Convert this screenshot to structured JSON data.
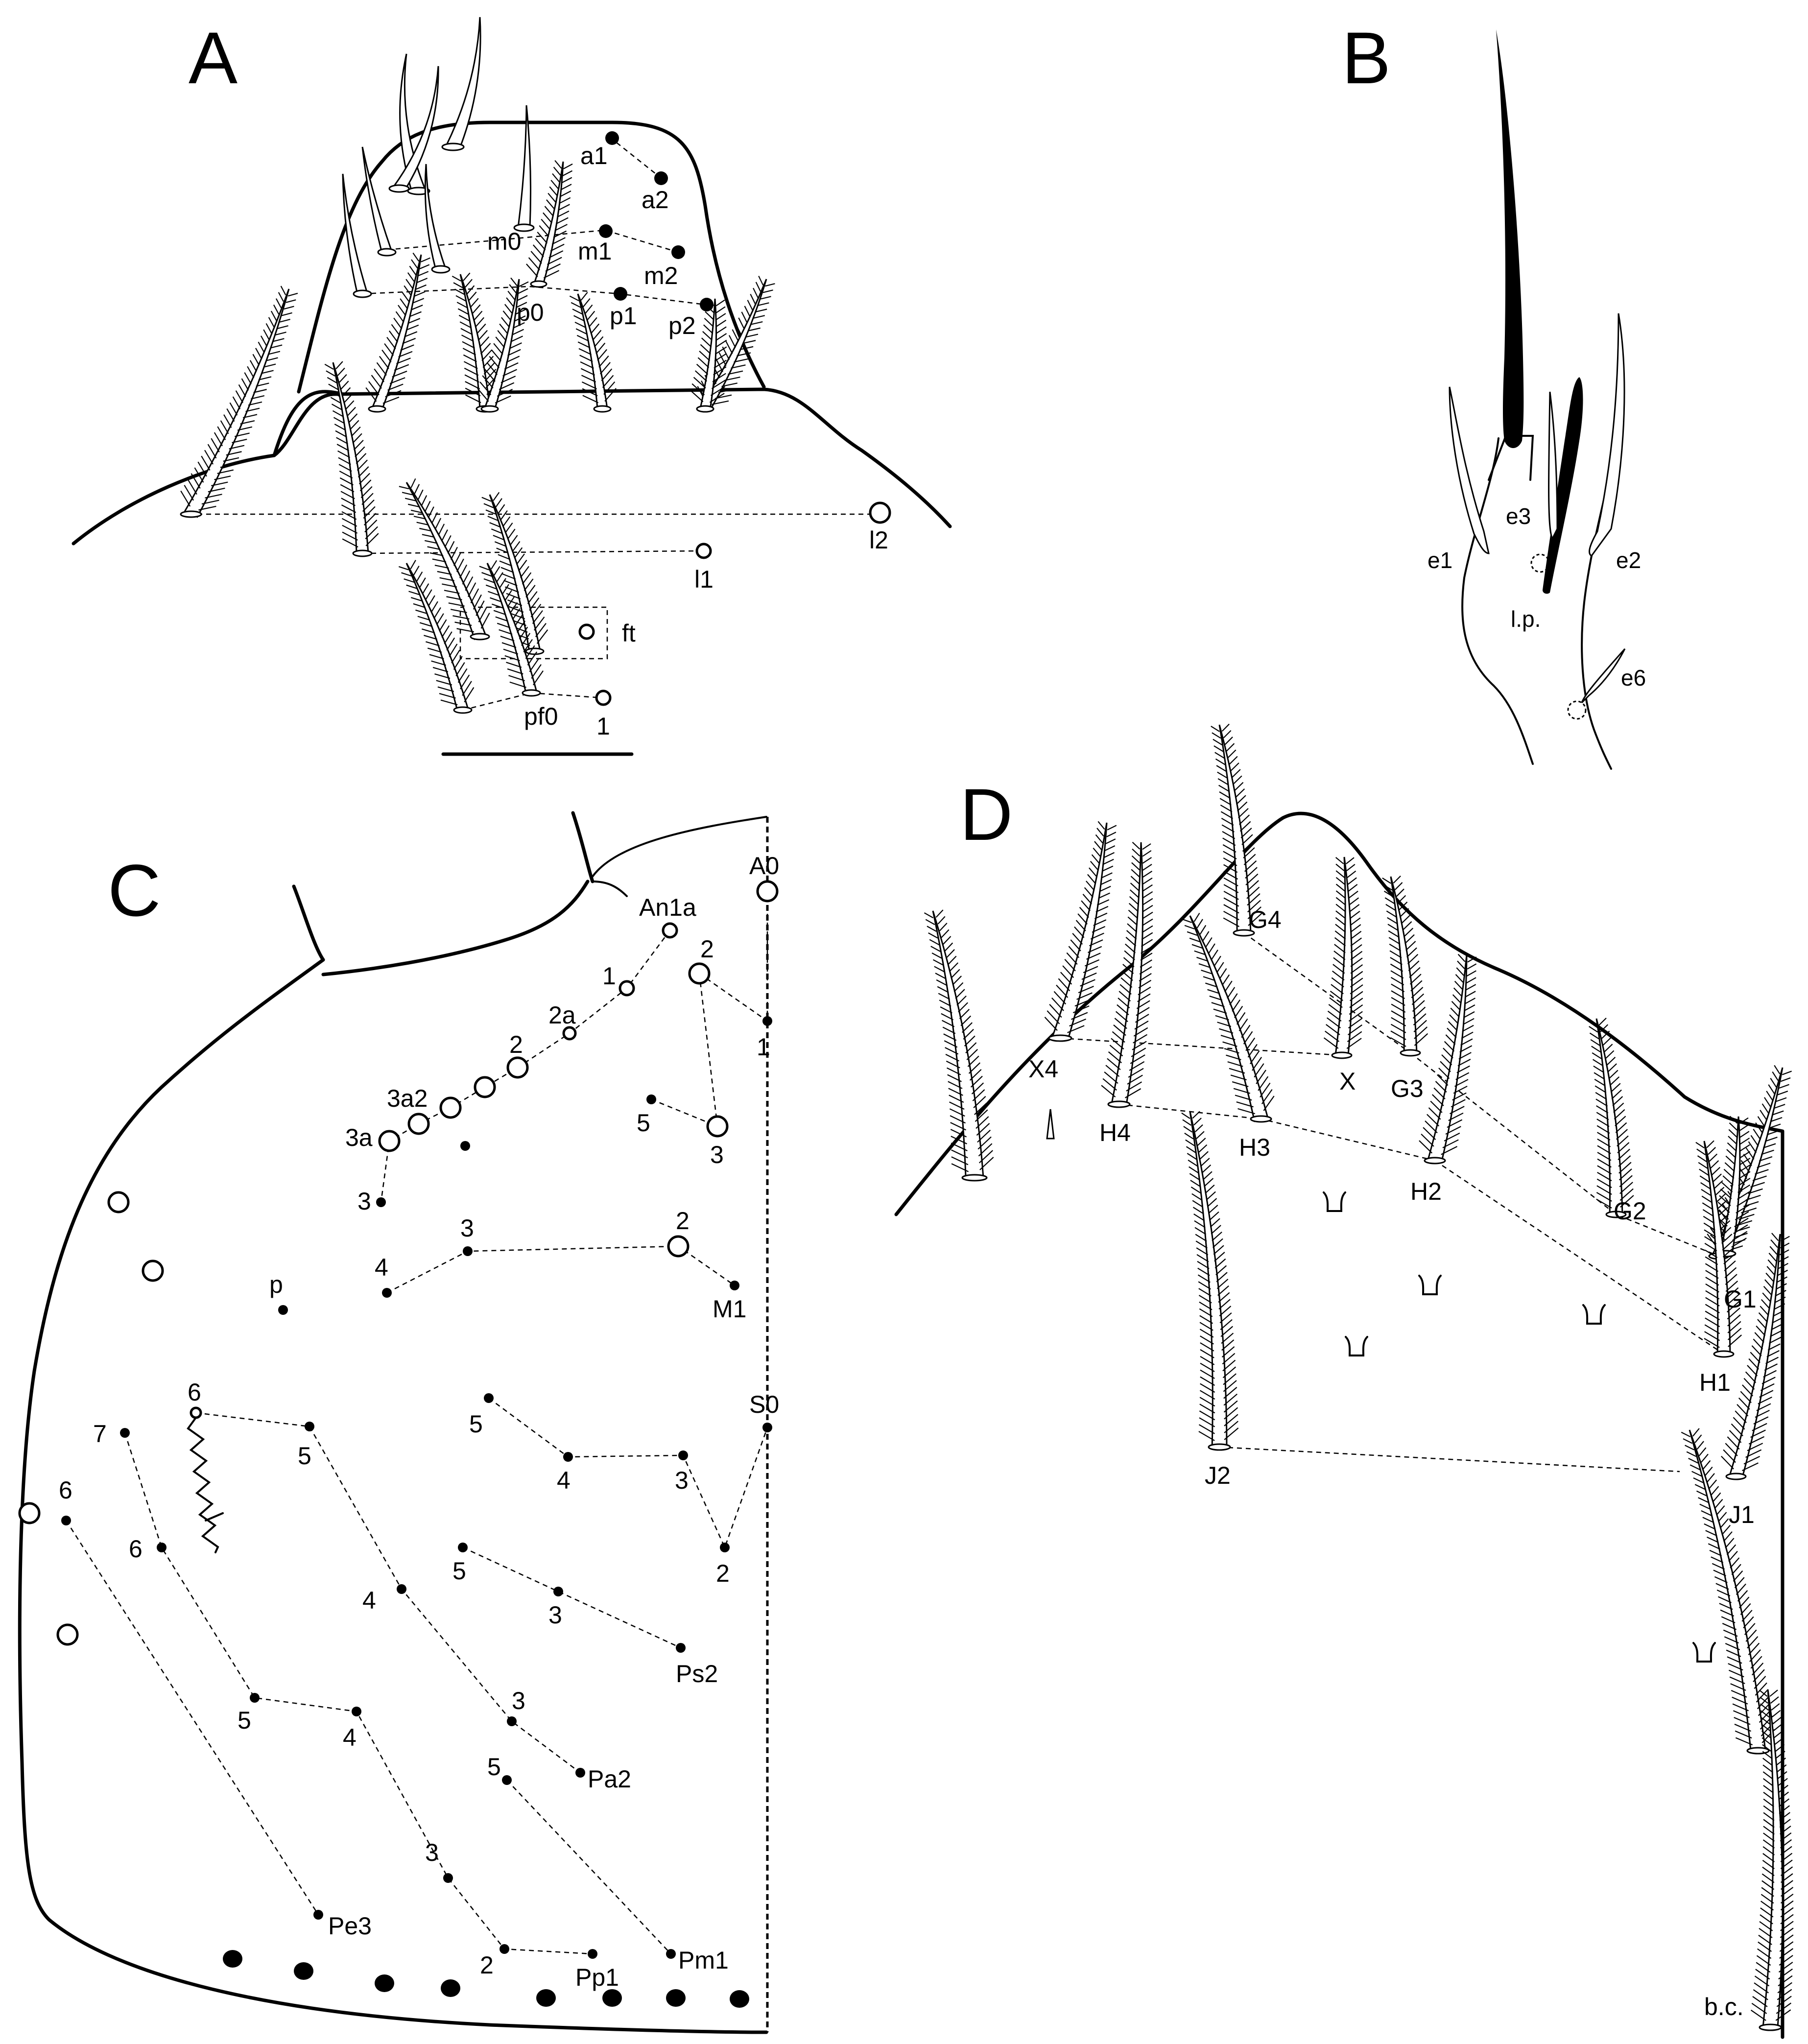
{
  "figure": {
    "panels": {
      "A": {
        "letter": "A",
        "labels": [
          "a1",
          "a2",
          "m0",
          "m1",
          "m2",
          "p0",
          "p1",
          "p2",
          "l2",
          "l1",
          "ft",
          "pf0",
          "1"
        ]
      },
      "B": {
        "letter": "B",
        "labels": [
          "e3",
          "e1",
          "e2",
          "l.p.",
          "e6"
        ]
      },
      "C": {
        "letter": "C",
        "labels": [
          "A0",
          "An1a",
          "2",
          "1",
          "1",
          "2a",
          "2",
          "3a2",
          "3a",
          "5",
          "3",
          "3",
          "3",
          "2",
          "4",
          "M1",
          "p",
          "6",
          "5",
          "5",
          "S0",
          "7",
          "6",
          "4",
          "3",
          "6",
          "2",
          "4",
          "5",
          "5",
          "3",
          "Ps2",
          "3",
          "5",
          "4",
          "Pa2",
          "3",
          "3",
          "Pe3",
          "2",
          "Pp1",
          "Pm1"
        ]
      },
      "D": {
        "letter": "D",
        "labels": [
          "G4",
          "X4",
          "X",
          "G3",
          "H4",
          "H3",
          "H2",
          "G2",
          "G1",
          "H1",
          "J2",
          "J1",
          "b.c."
        ]
      }
    }
  }
}
